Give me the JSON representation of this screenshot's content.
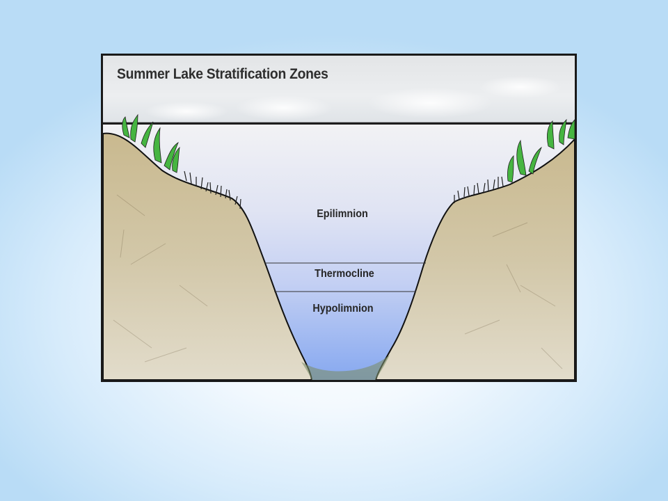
{
  "diagram": {
    "title": "Summer Lake Stratification Zones",
    "zones": [
      {
        "name": "Epilimnion"
      },
      {
        "name": "Thermocline"
      },
      {
        "name": "Hypolimnion"
      }
    ],
    "colors": {
      "background": "#d6ebfb",
      "frame": "#1a1a1a",
      "sky": "#e6e9ec",
      "soil": "#cfc2a0",
      "water_top": "#e7ebf3",
      "water_bottom": "#8caef0",
      "grass": "#3fae3c"
    }
  }
}
